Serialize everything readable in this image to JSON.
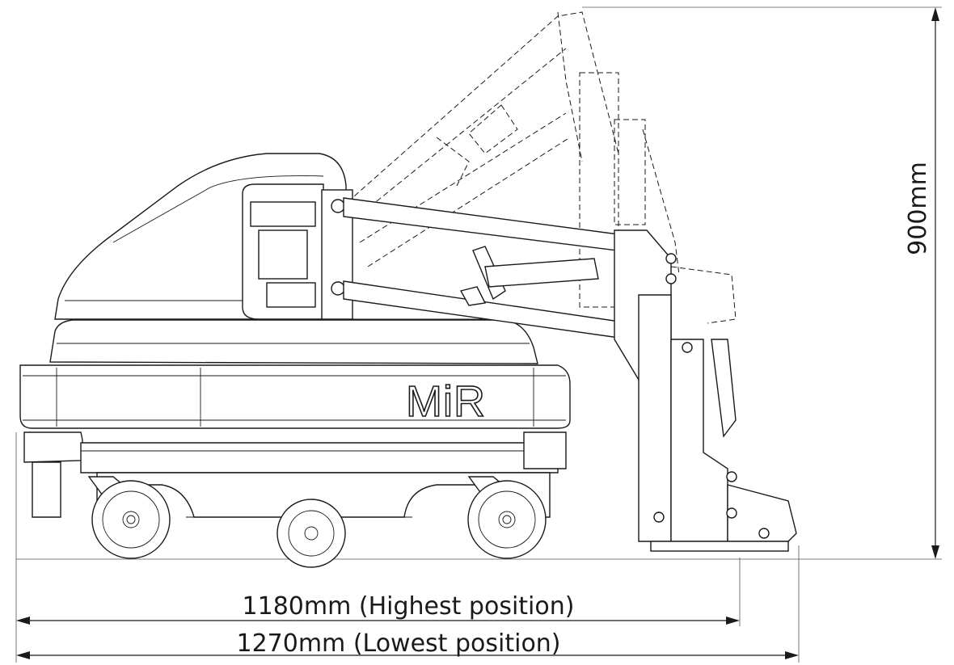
{
  "dimensions": {
    "height_label": "900mm",
    "width_highest_label": "1180mm (Highest position)",
    "width_lowest_label": "1270mm (Lowest position)"
  },
  "branding": {
    "logo_text": "MiR"
  }
}
